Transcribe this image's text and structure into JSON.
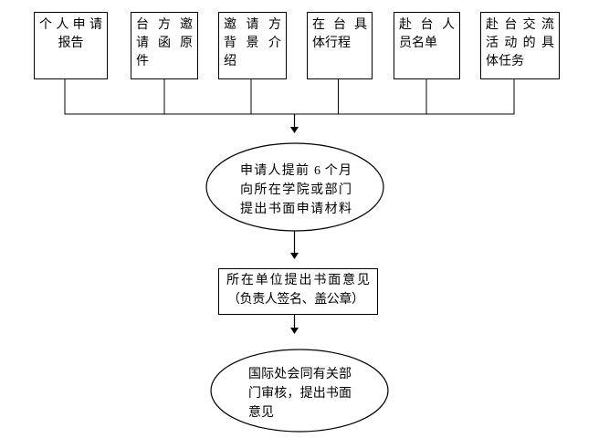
{
  "colors": {
    "background": "#ffffff",
    "stroke": "#000000",
    "text": "#000000"
  },
  "top_boxes": [
    {
      "label": "个人申请报告",
      "lines": [
        "个人申请",
        "报告"
      ]
    },
    {
      "label": "台方邀请函原件",
      "lines": [
        "台方邀",
        "请函原",
        "件"
      ]
    },
    {
      "label": "邀请方背景介绍",
      "lines": [
        "邀请方",
        "背景介",
        "绍"
      ]
    },
    {
      "label": "在台具体行程",
      "lines": [
        "在台具",
        "体行程"
      ]
    },
    {
      "label": "赴台人员名单",
      "lines": [
        "赴台人",
        "员名单"
      ]
    },
    {
      "label": "赴台交流活动的具体任务",
      "lines": [
        "赴台交流",
        "活动的具",
        "体任务"
      ]
    }
  ],
  "step1": {
    "label": "申请人提前 6 个月向所在学院或部门提出书面申请材料",
    "lines": [
      "申请人提前 6 个月",
      "向所在学院或部门",
      "提出书面申请材料"
    ]
  },
  "step2": {
    "label": "所在单位提出书面意见（负责人签名、盖公章）",
    "lines": [
      "所在单位提出书面意见",
      "（负责人签名、盖公章）"
    ]
  },
  "step3": {
    "label": "国际处会同有关部门审核，提出书面意见",
    "lines": [
      "国际处会同有关部",
      "门审核，提出书面",
      "意见"
    ]
  }
}
